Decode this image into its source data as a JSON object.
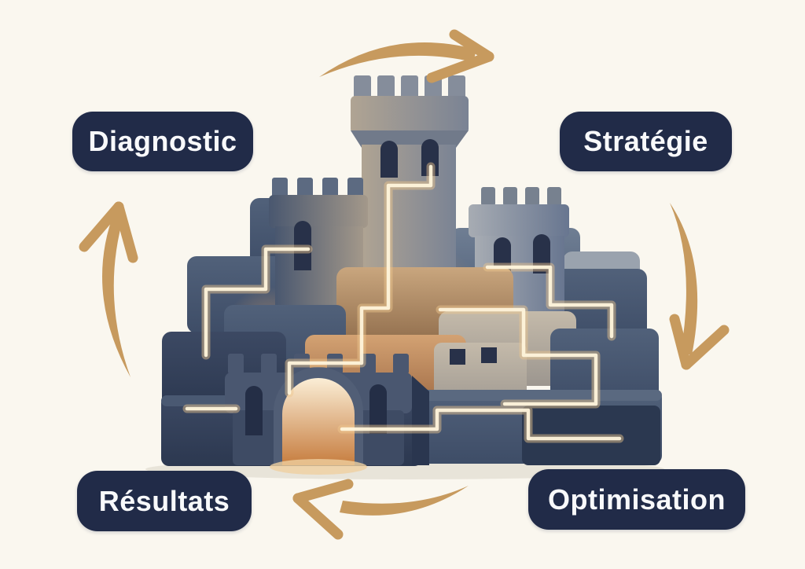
{
  "diagram": {
    "type": "cycle",
    "illustration": "fortified-castle-with-glowing-circuit-lines",
    "labels": {
      "diagnostic": "Diagnostic",
      "strategie": "Stratégie",
      "resultats": "Résultats",
      "optimisation": "Optimisation"
    },
    "arrows": [
      {
        "name": "arrow-top",
        "from": "Diagnostic",
        "to": "Stratégie",
        "direction": "right"
      },
      {
        "name": "arrow-right",
        "from": "Stratégie",
        "to": "Optimisation",
        "direction": "down"
      },
      {
        "name": "arrow-bottom",
        "from": "Optimisation",
        "to": "Résultats",
        "direction": "left"
      },
      {
        "name": "arrow-left",
        "from": "Résultats",
        "to": "Diagnostic",
        "direction": "up"
      }
    ]
  },
  "colors": {
    "background": "#FAF7EF",
    "label_bg": "#212B48",
    "label_text": "#F8F9FB",
    "arrow": "#C79A5E",
    "glow_line": "#FFF5DC",
    "glow_halo": "#EFC88F",
    "castle_navy": "#2C3850",
    "castle_blue": "#54647C",
    "castle_tan": "#BD9A77",
    "gate_glow": "#E8B275"
  }
}
